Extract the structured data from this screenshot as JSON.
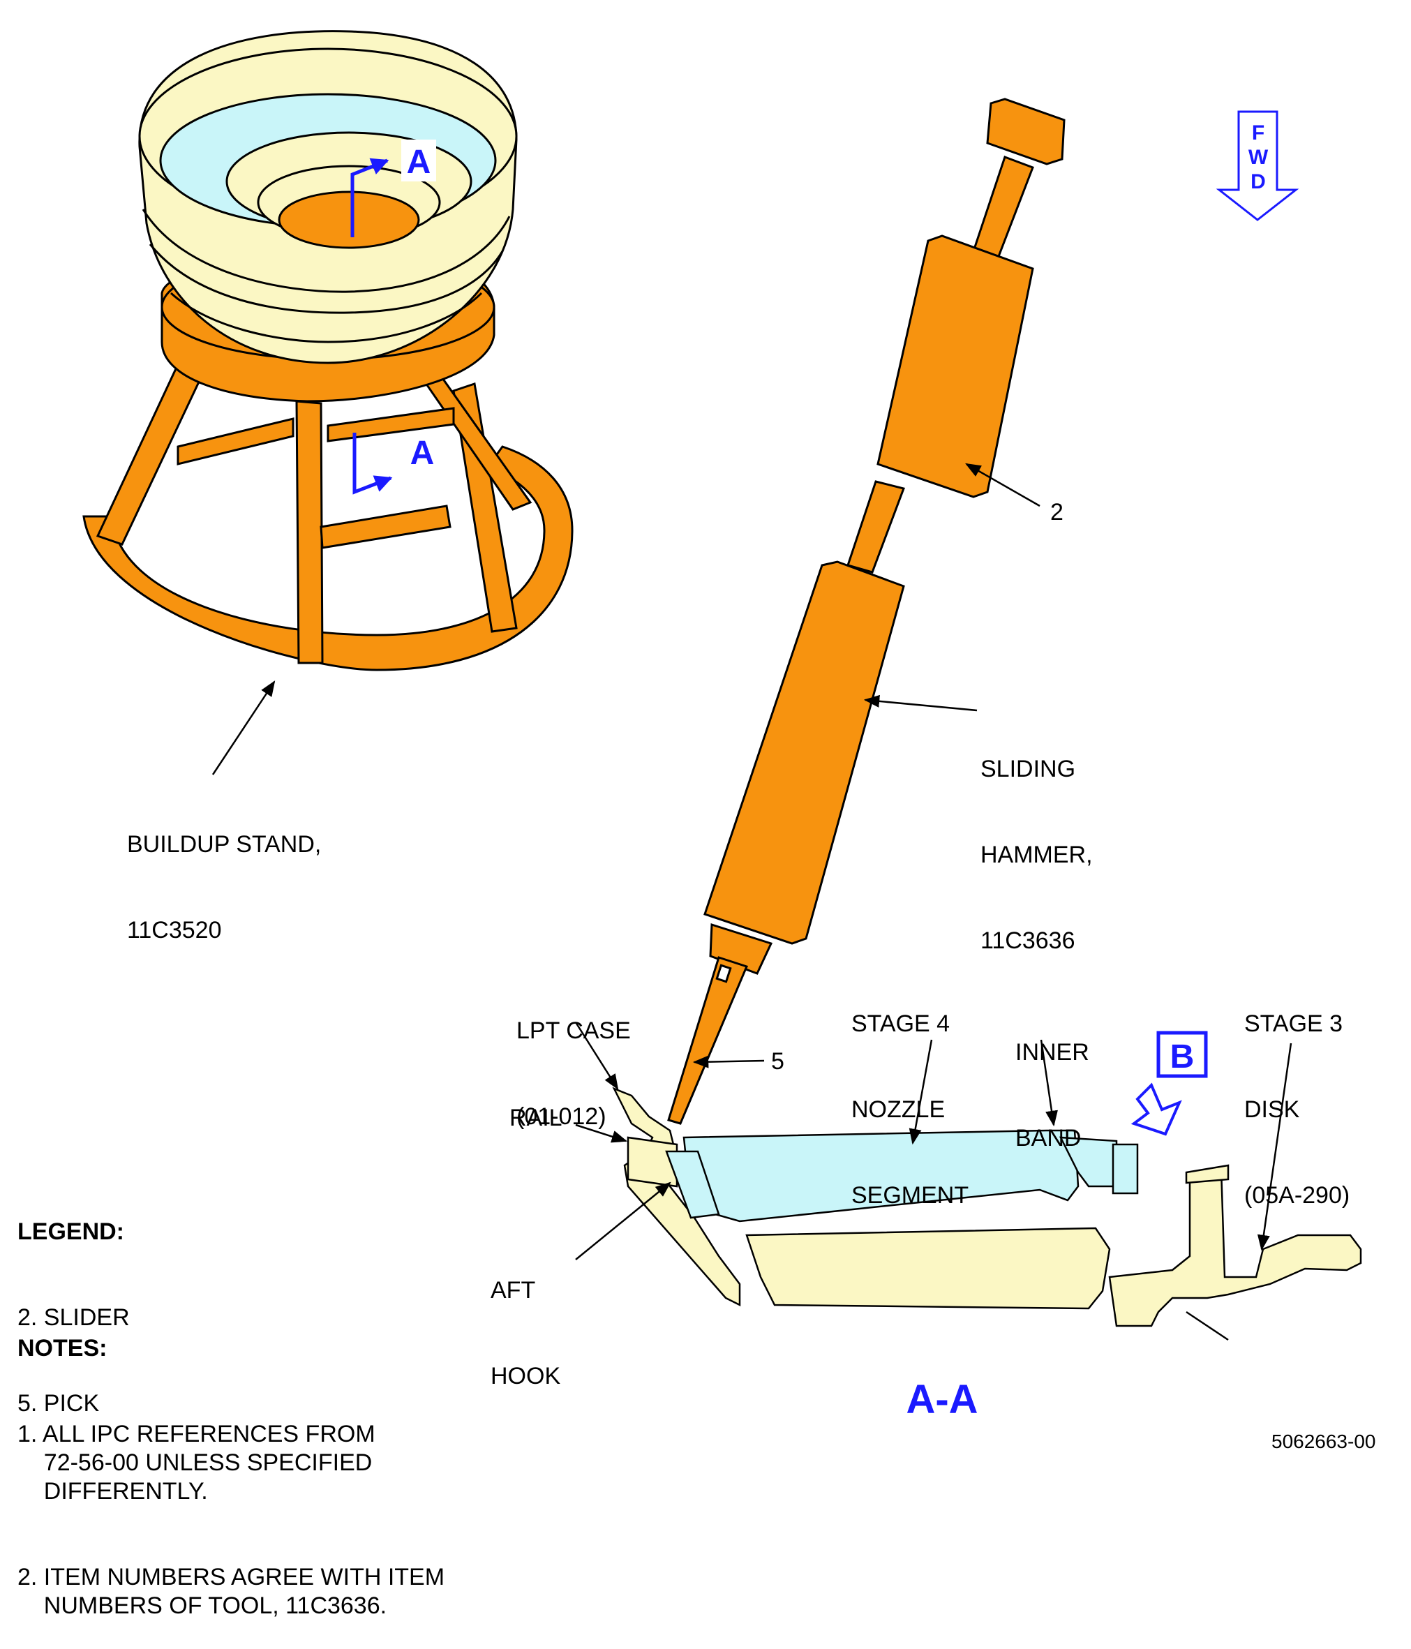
{
  "callouts": {
    "slider_num": "2",
    "pick_num": "5",
    "sliding_hammer": [
      "SLIDING",
      "HAMMER,",
      "11C3636"
    ],
    "buildup_stand": [
      "BUILDUP STAND,",
      "11C3520"
    ],
    "lpt_case": [
      "LPT CASE",
      "(01-012)"
    ],
    "stage4": [
      "STAGE 4",
      "NOZZLE",
      "SEGMENT"
    ],
    "inner_band": [
      "INNER",
      "BAND"
    ],
    "stage3": [
      "STAGE 3",
      "DISK",
      "(05A-290)"
    ],
    "rail": "RAIL",
    "aft_hook": [
      "AFT",
      "HOOK"
    ]
  },
  "markers": {
    "section_a": "A",
    "view_b": "B",
    "section_title": "A-A",
    "fwd": [
      "F",
      "W",
      "D"
    ]
  },
  "legend": {
    "title": "LEGEND:",
    "items": [
      "2. SLIDER",
      "5. PICK"
    ]
  },
  "notes": {
    "title": "NOTES:",
    "items": [
      "1. ALL IPC REFERENCES FROM\n    72-56-00 UNLESS SPECIFIED\n    DIFFERENTLY.",
      "2. ITEM NUMBERS AGREE WITH ITEM\n    NUMBERS OF TOOL, 11C3636."
    ]
  },
  "figure_id": "5062663-00",
  "colors": {
    "tool_orange": "#f7930f",
    "case_yellow": "#fbf7c4",
    "nozzle_cyan": "#c9f5f9",
    "marker_blue": "#1a1aff"
  }
}
